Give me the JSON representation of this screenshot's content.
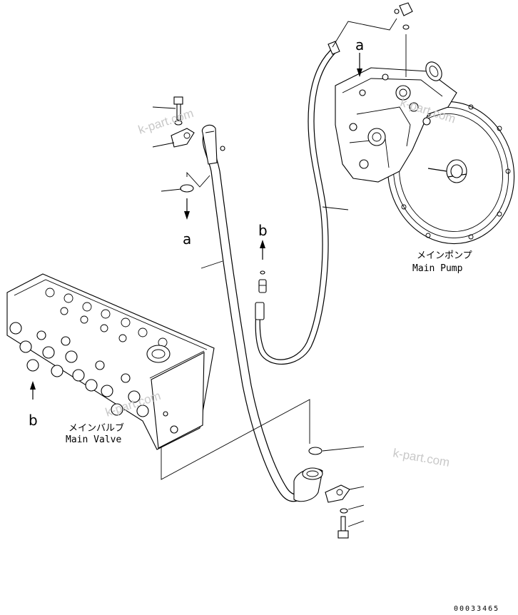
{
  "labels": {
    "a_top": "a",
    "a_left": "a",
    "b_center": "b",
    "b_left": "b"
  },
  "captions": {
    "main_pump_jp": "メインポンプ",
    "main_pump_en": "Main Pump",
    "main_valve_jp": "メインバルブ",
    "main_valve_en": "Main Valve"
  },
  "watermarks": {
    "w1": "k-part.com",
    "w2": "k-part.com",
    "w3": "k-part.com",
    "w4": "k-part.com"
  },
  "drawing_number": "00033465",
  "icons": [
    "bolt-icon",
    "washer-icon",
    "clamp-icon",
    "o-ring-icon",
    "hose-icon",
    "elbow-fitting-icon",
    "connector-icon"
  ]
}
